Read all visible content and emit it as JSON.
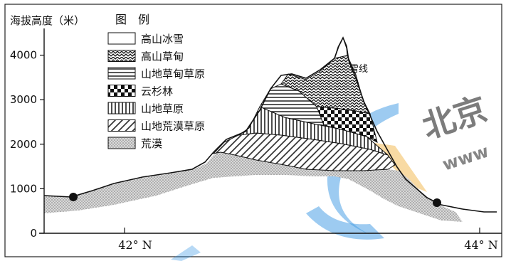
{
  "y_axis": {
    "title": "海拔高度（米）",
    "ticks": [
      "0",
      "1000",
      "2000",
      "3000",
      "4000"
    ],
    "tick_values": [
      0,
      1000,
      2000,
      3000,
      4000
    ],
    "max_value": 4600
  },
  "x_axis": {
    "ticks": [
      "42° N",
      "44° N"
    ]
  },
  "legend": {
    "title": "图　例",
    "items": [
      {
        "label": "高山冰雪",
        "pattern": "white-fill"
      },
      {
        "label": "高山草甸",
        "pattern": "zigzag-hatch"
      },
      {
        "label": "山地草甸草原",
        "pattern": "horizontal-lines"
      },
      {
        "label": "云杉林",
        "pattern": "checkerboard"
      },
      {
        "label": "山地草原",
        "pattern": "vertical-lines"
      },
      {
        "label": "山地荒漠草原",
        "pattern": "diagonal-hatch"
      },
      {
        "label": "荒漠",
        "pattern": "dot-stipple"
      }
    ]
  },
  "annotations": {
    "snow_line": "雪线"
  },
  "watermark": {
    "text_primary": "北京",
    "text_secondary": "www",
    "color_blue": "#2b8fe0",
    "color_orange": "#f0b54a"
  }
}
